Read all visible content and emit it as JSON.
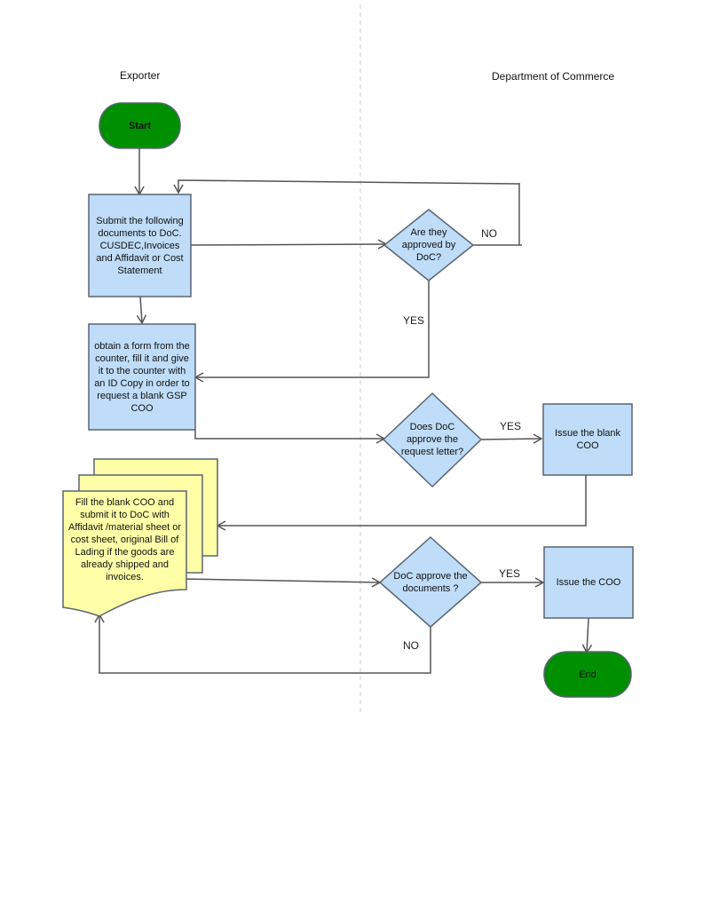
{
  "lanes": {
    "exporter": "Exporter",
    "department": "Department of Commerce"
  },
  "nodes": {
    "start": "Start",
    "submit_documents": "Submit the following documents to DoC. CUSDEC,Invoices and Affidavit or Cost Statement",
    "approved_by_doc": "Are they approved by DoC?",
    "obtain_form": "obtain a form from the counter, fill it and give it to the counter with an ID Copy in order to request a blank GSP COO",
    "approve_request_letter": "Does DoC approve the request letter?",
    "issue_blank_coo": "Issue the blank COO",
    "fill_blank_coo": "Fill the blank COO and submit it to DoC with Affidavit /material sheet or cost sheet, original Bill of Lading if the goods are already shipped and invoices.",
    "approve_documents": "DoC approve the documents ?",
    "issue_coo": "Issue the COO",
    "end": "End"
  },
  "edge_labels": {
    "no_1": "NO",
    "yes_1": "YES",
    "yes_2": "YES",
    "yes_3": "YES",
    "no_2": "NO"
  },
  "colors": {
    "process_fill": "#bfdcf8",
    "terminal_fill": "#008f00",
    "document_fill": "#ffffa8",
    "lane_divider": "#cccccc"
  }
}
